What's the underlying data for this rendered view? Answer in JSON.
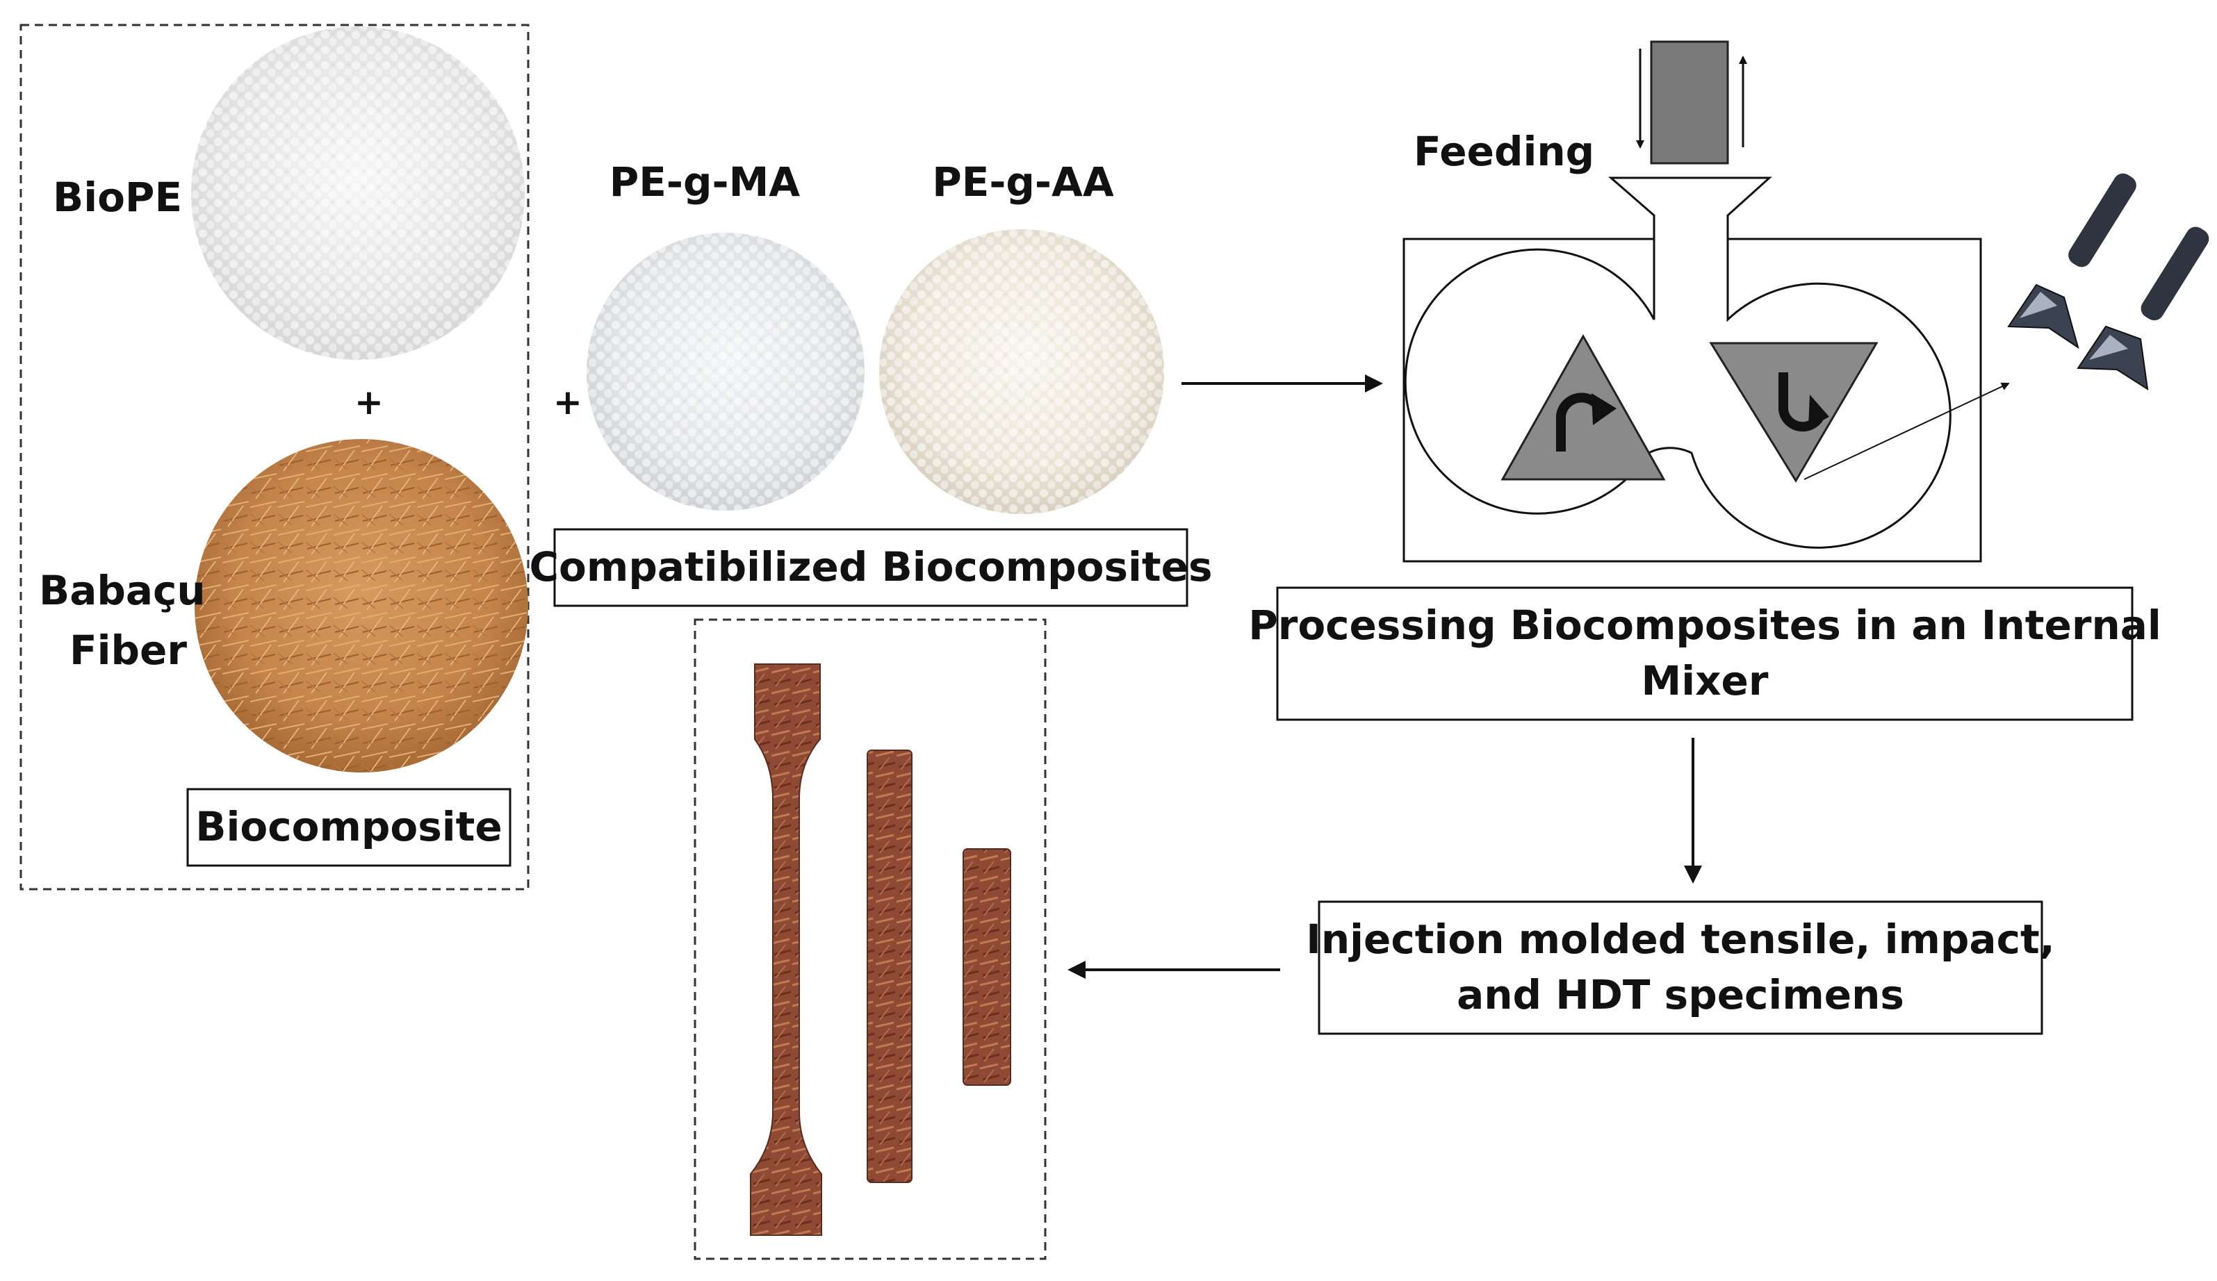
{
  "labels": {
    "biope": "BioPE",
    "babacu_line1": "Babaçu",
    "babacu_line2": "Fiber",
    "plus": "+",
    "biocomposite": "Biocomposite",
    "pe_g_ma": "PE-g-MA",
    "pe_g_aa": "PE-g-AA",
    "compatibilized": "Compatibilized Biocomposites",
    "feeding": "Feeding",
    "processing_line1": "Processing Biocomposites in an Internal",
    "processing_line2": "Mixer",
    "injection_line1": "Injection molded tensile, impact,",
    "injection_line2": "and HDT specimens"
  },
  "colors": {
    "biope_pellets": "#ebeaea",
    "babacu_fiber": "#c98a4f",
    "pe_g_ma_pellets": "#e6e7e8",
    "pe_g_aa_pellets": "#efe9df",
    "rotor_gray": "#8a8a8a",
    "specimen_brown": "#8e4a34"
  }
}
